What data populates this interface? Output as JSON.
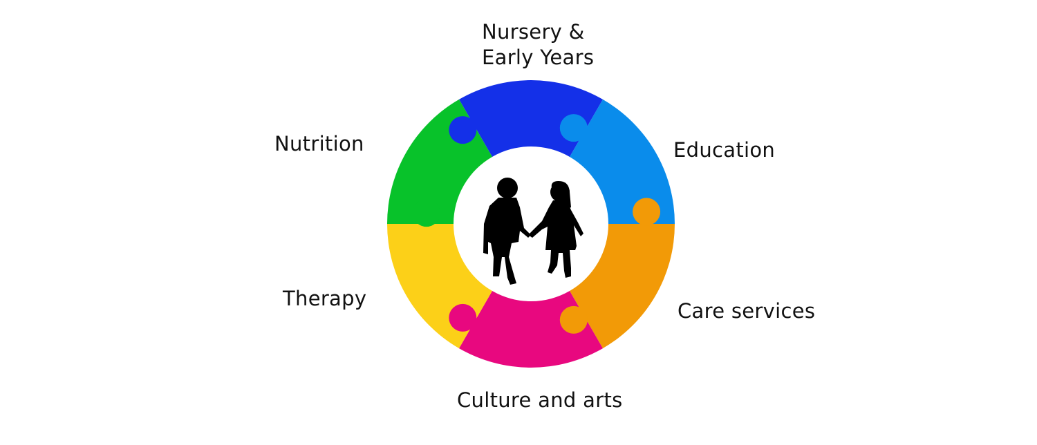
{
  "labels": {
    "nursery_line1": "Nursery &",
    "nursery_line2": "Early Years",
    "education": "Education",
    "care_services": "Care services",
    "culture_arts": "Culture and arts",
    "therapy": "Therapy",
    "nutrition": "Nutrition"
  },
  "colors": {
    "nursery": "#1430E8",
    "education": "#0A8CEB",
    "care_services": "#F29A07",
    "culture_arts": "#E8087F",
    "therapy": "#FCD018",
    "nutrition": "#08C22A",
    "silhouette": "#000000"
  },
  "center_icon": "children-holding-hands-icon"
}
